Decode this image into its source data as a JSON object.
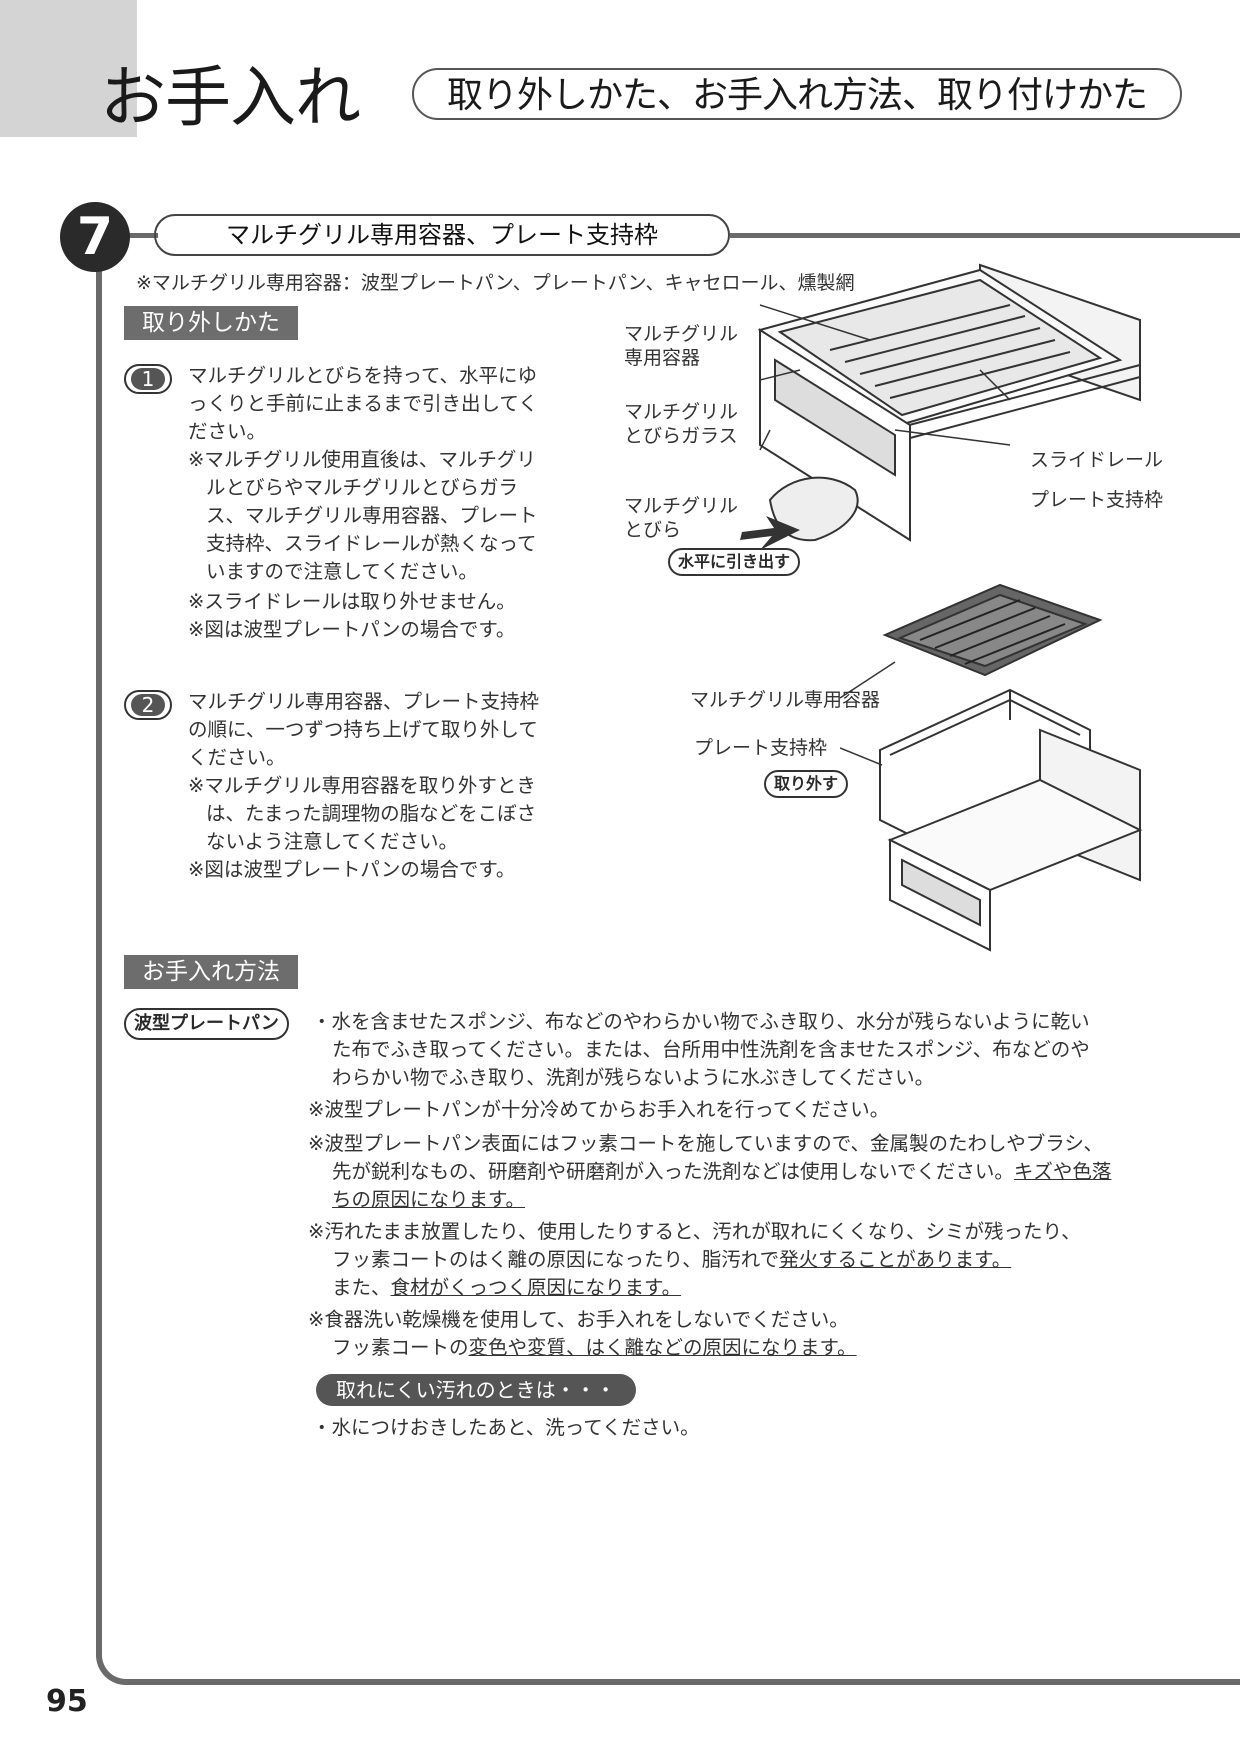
{
  "header": {
    "title": "お手入れ",
    "subtitle": "取り外しかた、お手入れ方法、取り付けかた"
  },
  "section": {
    "number": "7",
    "title": "マルチグリル専用容器、プレート支持枠",
    "note": "※マルチグリル専用容器：波型プレートパン、プレートパン、キャセロール、燻製網"
  },
  "removal": {
    "label": "取り外しかた",
    "step1": {
      "num": "1",
      "lines": [
        "マルチグリルとびらを持って、水平にゆ",
        "っくりと手前に止まるまで引き出してく",
        "ださい。"
      ],
      "note1": [
        "※マルチグリル使用直後は、マルチグリ",
        "ルとびらやマルチグリルとびらガラ",
        "ス、マルチグリル専用容器、プレート",
        "支持枠、スライドレールが熱くなって",
        "いますので注意してください。"
      ],
      "note2": "※スライドレールは取り外せません。",
      "note3": "※図は波型プレートパンの場合です。"
    },
    "step2": {
      "num": "2",
      "lines": [
        "マルチグリル専用容器、プレート支持枠",
        "の順に、一つずつ持ち上げて取り外して",
        "ください。"
      ],
      "note1": [
        "※マルチグリル専用容器を取り外すとき",
        "は、たまった調理物の脂などをこぼさ",
        "ないよう注意してください。"
      ],
      "note2": "※図は波型プレートパンの場合です。"
    },
    "figure1": {
      "callout_container": [
        "マルチグリル",
        "専用容器"
      ],
      "callout_glass": [
        "マルチグリル",
        "とびらガラス"
      ],
      "callout_door": [
        "マルチグリル",
        "とびら"
      ],
      "callout_rail": "スライドレール",
      "callout_frame": "プレート支持枠",
      "action": "水平に引き出す"
    },
    "figure2": {
      "callout_container": "マルチグリル専用容器",
      "callout_frame": "プレート支持枠",
      "action": "取り外す"
    }
  },
  "care": {
    "label": "お手入れ方法",
    "tag": "波型プレートパン",
    "bullet_lines": [
      "・水を含ませたスポンジ、布などのやわらかい物でふき取り、水分が残らないように乾い",
      "た布でふき取ってください。または、台所用中性洗剤を含ませたスポンジ、布などのや",
      "わらかい物でふき取り、洗剤が残らないように水ぶきしてください。"
    ],
    "note1": "※波型プレートパンが十分冷めてからお手入れを行ってください。",
    "note2_line1": "※波型プレートパン表面にはフッ素コートを施していますので、金属製のたわしやブラシ、",
    "note2_line2_a": "先が鋭利なもの、研磨剤や研磨剤が入った洗剤などは使用しないでください。",
    "note2_line2_b": "キズや色落",
    "note2_line3": "ちの原因になります。",
    "note3_line1": "※汚れたまま放置したり、使用したりすると、汚れが取れにくくなり、シミが残ったり、",
    "note3_line2_a": "フッ素コートのはく離の原因になったり、脂汚れで",
    "note3_line2_b": "発火することがあります。",
    "note3_line3_a": "また、",
    "note3_line3_b": "食材がくっつく原因になります。",
    "note4_line1": "※食器洗い乾燥機を使用して、お手入れをしないでください。",
    "note4_line2_a": "フッ素コートの",
    "note4_line2_b": "変色や変質、はく離などの原因になります。",
    "hard_stain_label": "取れにくい汚れのときは・・・",
    "hard_stain_text": "・水につけおきしたあと、洗ってください。"
  },
  "page_number": "95"
}
